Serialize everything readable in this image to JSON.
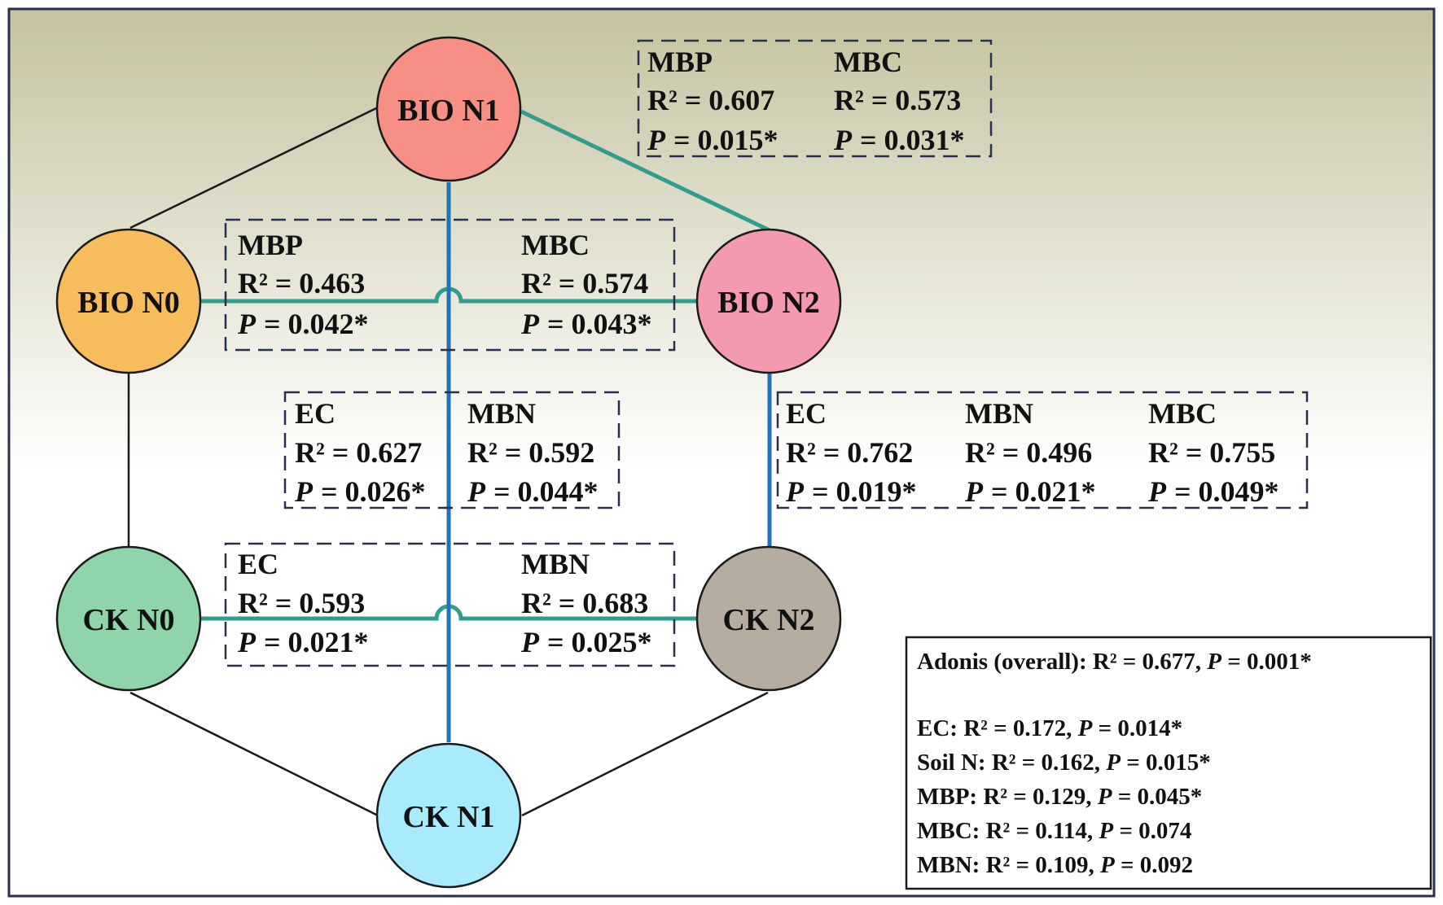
{
  "colors": {
    "bg_top": "#c4c39f",
    "bg_bottom": "#ffffff",
    "teal_edge": "#2f9e8c",
    "blue_edge": "#1f73ba",
    "black_edge": "#1a1a1a",
    "box_dash": "#2a2f4d",
    "frame": "#2a2f4d"
  },
  "nodes": [
    {
      "id": "bio_n1",
      "label": "BIO N1",
      "color": "#f78f86"
    },
    {
      "id": "bio_n0",
      "label": "BIO N0",
      "color": "#f7bd5c"
    },
    {
      "id": "bio_n2",
      "label": "BIO N2",
      "color": "#f49aae"
    },
    {
      "id": "ck_n0",
      "label": "CK N0",
      "color": "#8fd5a9"
    },
    {
      "id": "ck_n2",
      "label": "CK N2",
      "color": "#b5ad9f"
    },
    {
      "id": "ck_n1",
      "label": "CK N1",
      "color": "#a8ecfb"
    }
  ],
  "comparisons": [
    {
      "id": "bio_n1_bio_n2",
      "stats": [
        {
          "var": "MBP",
          "r2": "R² = 0.607",
          "p": "= 0.015*"
        },
        {
          "var": "MBC",
          "r2": "R² = 0.573",
          "p": "= 0.031*"
        }
      ]
    },
    {
      "id": "bio_n0_bio_n2",
      "stats": [
        {
          "var": "MBP",
          "r2": "R² = 0.463",
          "p": "= 0.042*"
        },
        {
          "var": "MBC",
          "r2": "R² = 0.574",
          "p": "= 0.043*"
        }
      ]
    },
    {
      "id": "bio_n1_ck_n1",
      "stats": [
        {
          "var": "EC",
          "r2": "R² = 0.627",
          "p": "= 0.026*"
        },
        {
          "var": "MBN",
          "r2": "R² = 0.592",
          "p": "= 0.044*"
        }
      ]
    },
    {
      "id": "bio_n2_ck_n2",
      "stats": [
        {
          "var": "EC",
          "r2": "R² = 0.762",
          "p": "= 0.019*"
        },
        {
          "var": "MBN",
          "r2": "R² = 0.496",
          "p": "= 0.021*"
        },
        {
          "var": "MBC",
          "r2": "R² = 0.755",
          "p": "= 0.049*"
        }
      ]
    },
    {
      "id": "ck_n0_ck_n2",
      "stats": [
        {
          "var": "EC",
          "r2": "R² = 0.593",
          "p": "= 0.021*"
        },
        {
          "var": "MBN",
          "r2": "R² = 0.683",
          "p": "= 0.025*"
        }
      ]
    }
  ],
  "p_symbol": "P",
  "legend": {
    "lines": [
      {
        "pre": "Adonis (overall): R² = 0.677, ",
        "p": "P",
        "post": " = 0.001*"
      },
      {
        "pre": "EC: R² = 0.172, ",
        "p": "P",
        "post": " = 0.014*"
      },
      {
        "pre": "Soil N: R² = 0.162, ",
        "p": "P",
        "post": " = 0.015*"
      },
      {
        "pre": "MBP: R² = 0.129, ",
        "p": "P",
        "post": " = 0.045*"
      },
      {
        "pre": "MBC: R² = 0.114, ",
        "p": "P",
        "post": " = 0.074"
      },
      {
        "pre": "MBN: R² = 0.109, ",
        "p": "P",
        "post": " = 0.092"
      }
    ]
  }
}
